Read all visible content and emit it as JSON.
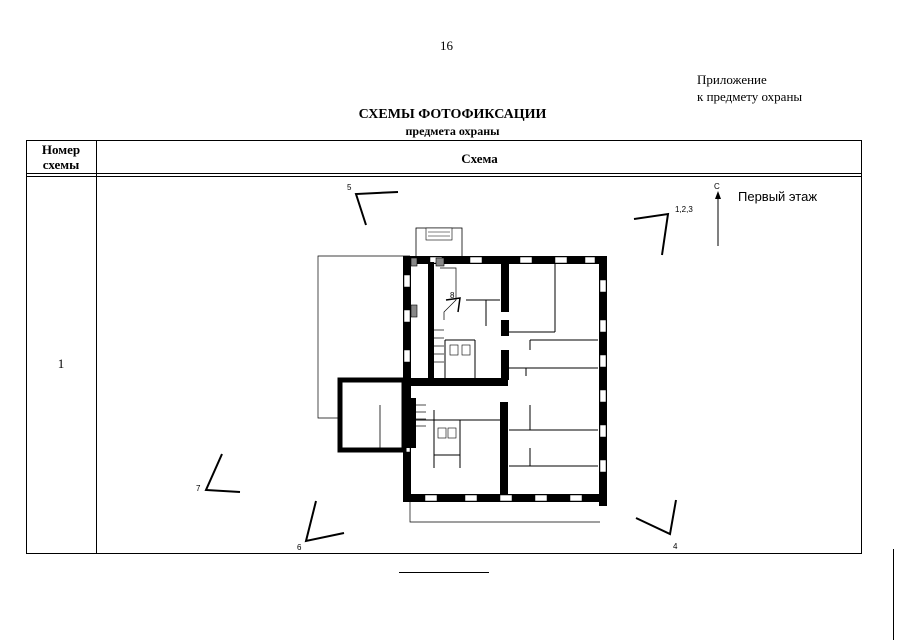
{
  "page_number": "16",
  "appendix": {
    "line1": "Приложение",
    "line2": "к предмету охраны"
  },
  "title": "СХЕМЫ ФОТОФИКСАЦИИ",
  "subtitle": "предмета охраны",
  "table": {
    "header_col1": "Номер\nсхемы",
    "header_col2": "Схема",
    "rows": [
      {
        "number": "1"
      }
    ]
  },
  "scheme": {
    "floor_label": "Первый этаж",
    "north_label": "С",
    "markers": [
      {
        "label": "5"
      },
      {
        "label": "1,2,3"
      },
      {
        "label": "8"
      },
      {
        "label": "7"
      },
      {
        "label": "6"
      },
      {
        "label": "4"
      }
    ]
  }
}
